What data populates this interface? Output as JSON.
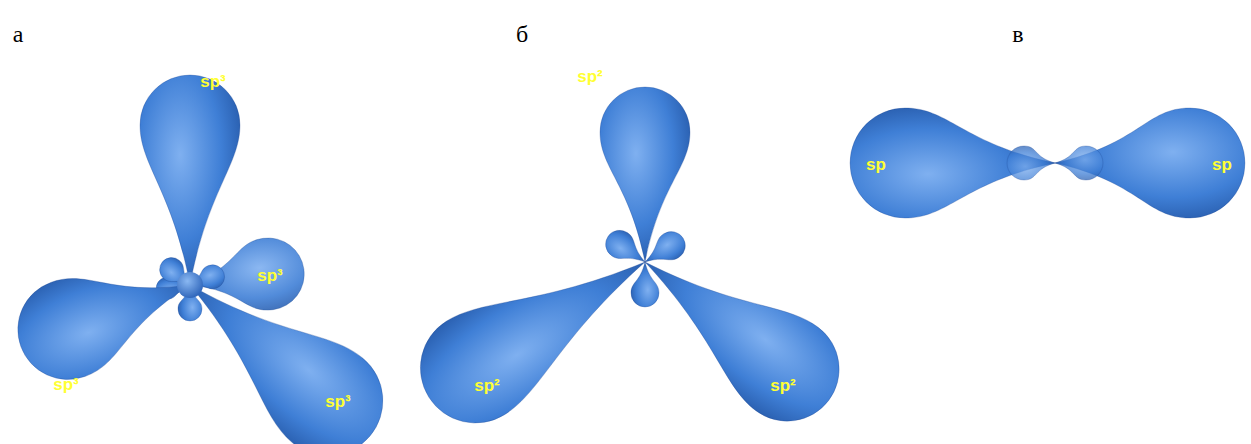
{
  "diagram": {
    "labels": [
      "а",
      "б",
      "в",
      "sp³",
      "sp³",
      "sp³",
      "sp³",
      "sp²",
      "sp²",
      "sp²",
      "sp",
      "sp"
    ]
  }
}
